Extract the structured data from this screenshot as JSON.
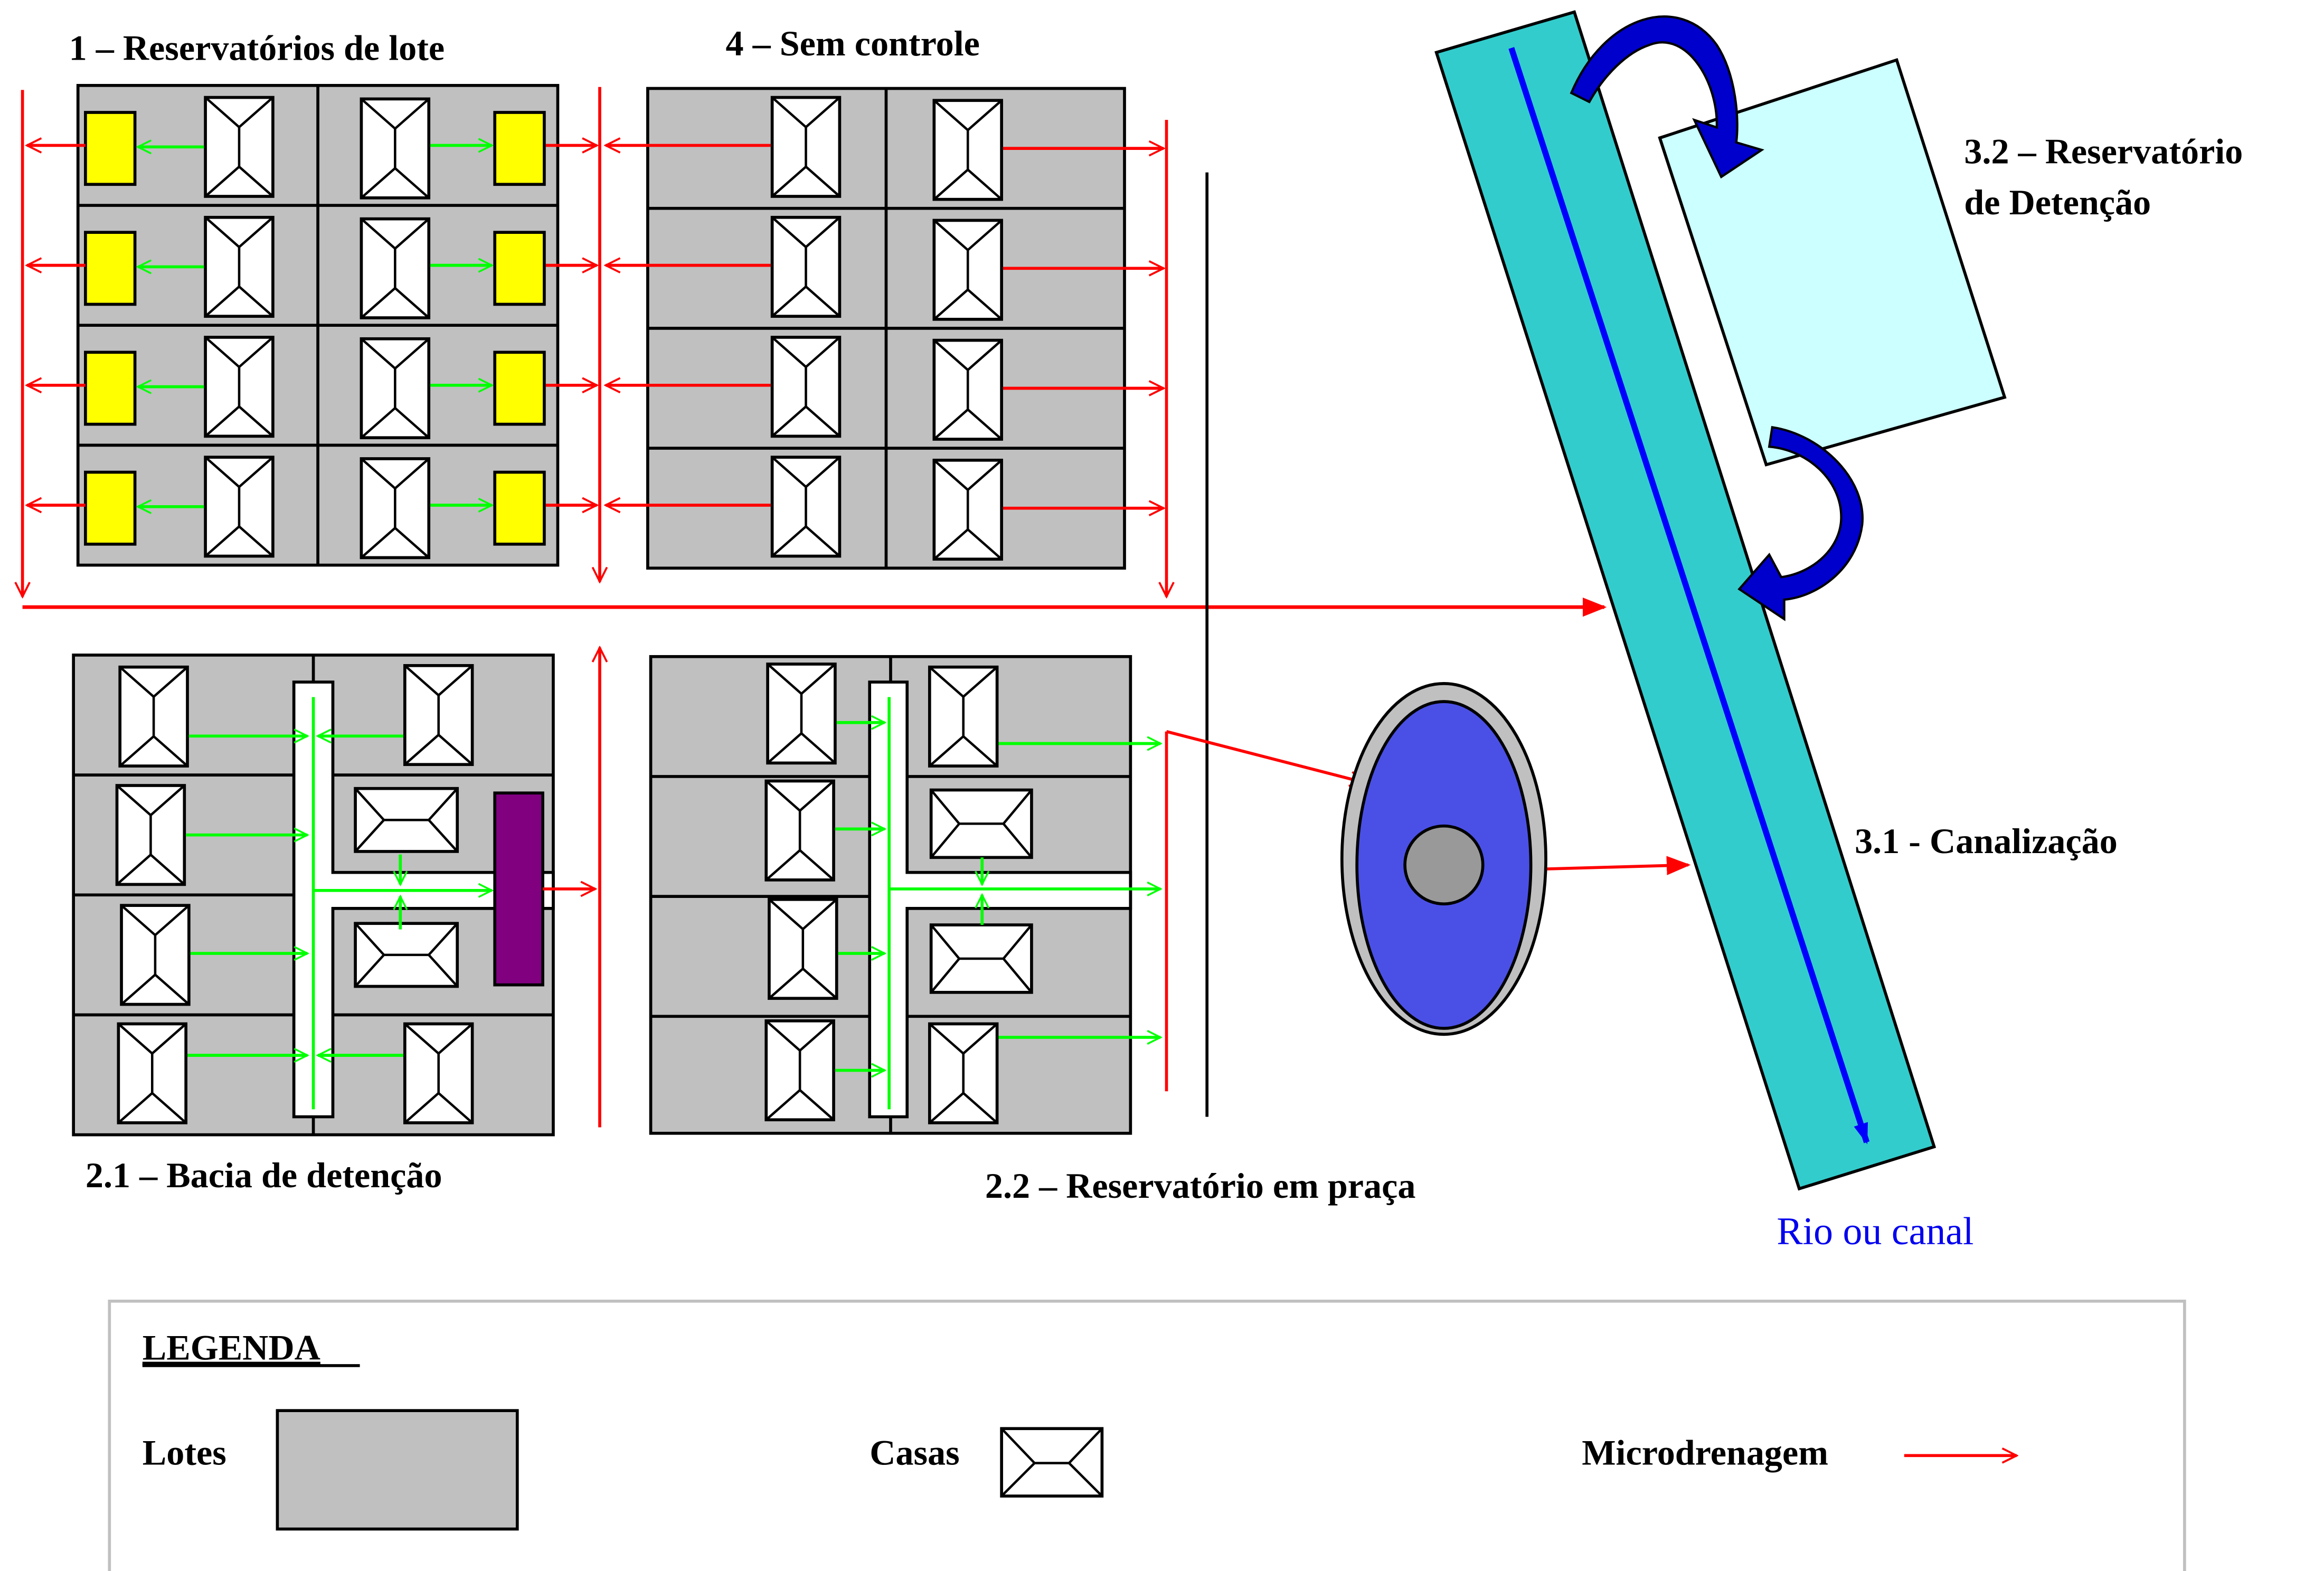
{
  "title_labels": {
    "reservatorios_lote": "1 – Reservatórios de lote",
    "sem_controle": "4 – Sem controle",
    "reservatorio_detencao_line1": "3.2 – Reservatório",
    "reservatorio_detencao_line2": "de Detenção",
    "bacia_detencao": "2.1 – Bacia de detenção",
    "reservatorio_praca": "2.2 – Reservatório em praça",
    "canalizacao": "3.1 - Canalização",
    "rio_canal": "Rio ou canal"
  },
  "legend": {
    "title": "LEGENDA",
    "items": [
      {
        "label": "Lotes",
        "symbol": "lot-swatch"
      },
      {
        "label": "Casas",
        "symbol": "house-icon"
      },
      {
        "label": "Microdrenagem",
        "symbol": "red-arrow"
      }
    ]
  },
  "colors": {
    "lot": "#c0c0c0",
    "house": "#ffffff",
    "lot_reservoir": "#ffff00",
    "detention_basin": "#800080",
    "square_reservoir_water": "#4a50e6",
    "square_reservoir_rim": "#c0c0c0",
    "square_reservoir_island": "#999999",
    "canal": "#33cccc",
    "canal_flow": "#0000ff",
    "detention_reservoir": "#ccffff",
    "diversion_arrow": "#0000cc",
    "microdrainage": "#ff0000",
    "lot_drainage": "#00ff00"
  },
  "blocks": [
    {
      "id": "block-1",
      "name": "reservatorios-de-lote",
      "houses": 8,
      "lot_reservoirs": 8
    },
    {
      "id": "block-4",
      "name": "sem-controle",
      "houses": 8,
      "lot_reservoirs": 0
    },
    {
      "id": "block-2-1",
      "name": "bacia-de-detencao",
      "houses": 8,
      "detention_basin": 1
    },
    {
      "id": "block-2-2",
      "name": "reservatorio-em-praca",
      "houses": 8,
      "square_reservoir": 1
    }
  ]
}
